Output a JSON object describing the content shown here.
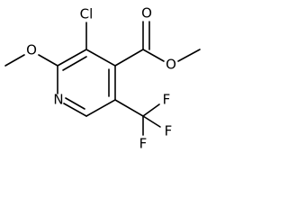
{
  "molecule": {
    "atom_labels": {
      "chlorine": "Cl",
      "methoxy_oxygen": "O",
      "ring_nitrogen": "N",
      "carbonyl_oxygen": "O",
      "ester_oxygen": "O",
      "fluorine_top": "F",
      "fluorine_right": "F",
      "fluorine_bottom": "F"
    }
  }
}
